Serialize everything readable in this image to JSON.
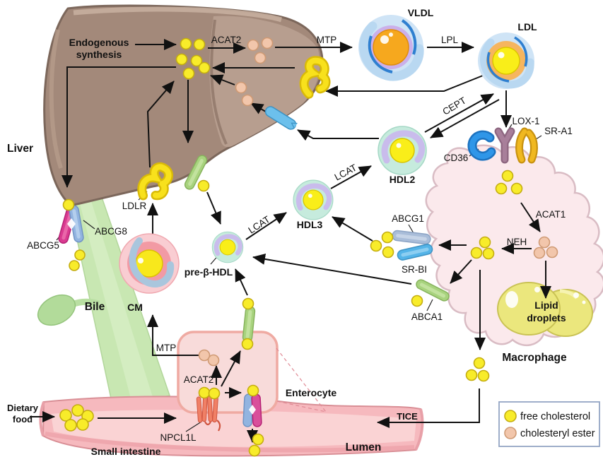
{
  "labels": {
    "liver": "Liver",
    "endogenous1": "Endogenous",
    "endogenous2": "synthesis",
    "acat2_liver": "ACAT2",
    "mtp_liver": "MTP",
    "vldl": "VLDL",
    "lpl": "LPL",
    "ldl": "LDL",
    "cept": "CEPT",
    "lox1": "LOX-1",
    "sra1": "SR-A1",
    "cd36": "CD36",
    "hdl2": "HDL2",
    "lcat_upper": "LCAT",
    "hdl3": "HDL3",
    "lcat_lower": "LCAT",
    "pre_b_hdl": "pre-β-HDL",
    "abcg1": "ABCG1",
    "srbi": "SR-BI",
    "acat1": "ACAT1",
    "neh": "NEH",
    "lipid1": "Lipid",
    "lipid2": "droplets",
    "macrophage": "Macrophage",
    "abca1": "ABCA1",
    "abcg5": "ABCG5",
    "abcg8": "ABCG8",
    "ldlr": "LDLR",
    "bile": "Bile",
    "cm": "CM",
    "mtp_enterocyte": "MTP",
    "acat2_enterocyte": "ACAT2",
    "enterocyte": "Enterocyte",
    "npcl1l": "NPCL1L",
    "dietary1": "Dietary",
    "dietary2": "food",
    "small_intestine": "Small intestine",
    "lumen": "Lumen",
    "tice": "TICE"
  },
  "legend": {
    "items": [
      {
        "key": "free-cholesterol",
        "label": "free cholesterol",
        "color": "#f8ec2a"
      },
      {
        "key": "cholesteryl-ester",
        "label": "cholesteryl ester",
        "color": "#f2c6ab"
      }
    ]
  },
  "colors": {
    "free_cholesterol": "#f8ec2a",
    "cholesteryl_ester": "#f2c6ab",
    "liver_dark": "#a3897a",
    "liver_light": "#b79e8f",
    "bile_duct": "#c8e7b2",
    "intestine": "#f6b9be",
    "enterocyte": "#f8dbda",
    "macrophage": "#fbe9ec",
    "lipid_droplets": "#ebe77d",
    "vldl_core": "#f6a81e",
    "hdl_shell": "#c6ebdd",
    "cm_shell": "#f9cdd2",
    "arrow": "#111111",
    "legend_border": "#93a5c5",
    "cd36": "#2f96e8",
    "lox1": "#a87f9a",
    "sra1": "#f0b820",
    "abca1": "#a8d37e",
    "abcg1": "#a9bdd9",
    "srbi": "#54b4e8",
    "abcg5": "#d93a90",
    "abcg8": "#92b4e0",
    "npcl1l": "#f08066",
    "ldlr": "#f6df1e"
  }
}
